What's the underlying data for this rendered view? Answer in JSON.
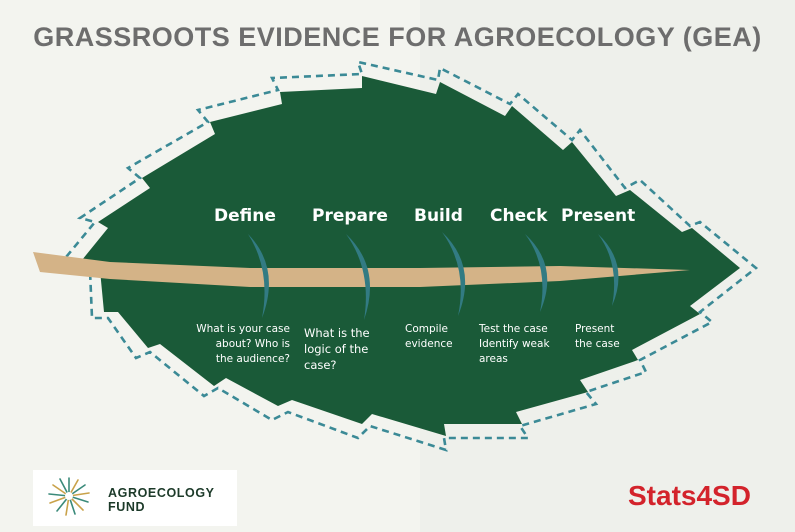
{
  "title": "GRASSROOTS EVIDENCE FOR AGROECOLOGY (GEA)",
  "colors": {
    "leaf": "#1a5a38",
    "stem": "#d4b387",
    "chevron": "#327b83",
    "dashed_outline": "#3b8a96",
    "title": "#6d6d6d",
    "stats4sd": "#d3232b"
  },
  "steps": [
    {
      "label": "Define",
      "description": [
        "What is your case",
        "about? Who is",
        "the audience?"
      ]
    },
    {
      "label": "Prepare",
      "description": [
        "What is the",
        "logic of the",
        "case?"
      ]
    },
    {
      "label": "Build",
      "description": [
        "Compile",
        "evidence"
      ]
    },
    {
      "label": "Check",
      "description": [
        "Test the case",
        "Identify weak",
        "areas"
      ]
    },
    {
      "label": "Present",
      "description": [
        "Present",
        "the case"
      ]
    }
  ],
  "logos": {
    "agroecology_fund": [
      "AGROECOLOGY",
      "FUND"
    ],
    "stats4sd": "Stats4SD"
  }
}
